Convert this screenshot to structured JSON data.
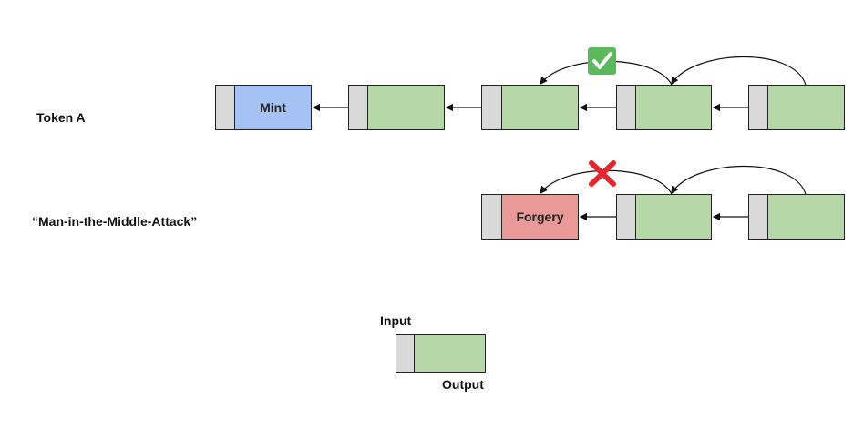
{
  "labels": {
    "token_a": "Token A",
    "mitm": "“Man-in-the-Middle-Attack”",
    "legend_input": "Input",
    "legend_output": "Output"
  },
  "row_token_a": {
    "blocks": [
      {
        "label": "Mint",
        "type": "mint"
      },
      {
        "label": "",
        "type": "transfer"
      },
      {
        "label": "",
        "type": "transfer"
      },
      {
        "label": "",
        "type": "transfer"
      },
      {
        "label": "",
        "type": "transfer"
      }
    ],
    "verification": "check-mark"
  },
  "row_mitm": {
    "blocks": [
      {
        "label": "Forgery",
        "type": "forgery"
      },
      {
        "label": "",
        "type": "transfer"
      },
      {
        "label": "",
        "type": "transfer"
      }
    ],
    "verification": "cross-mark"
  },
  "colors": {
    "mint": "#a4c2f4",
    "transfer": "#b6d7a8",
    "forgery": "#ea9999",
    "input": "#d9d9d9",
    "check": "#5cb85c",
    "cross": "#e0282e"
  }
}
